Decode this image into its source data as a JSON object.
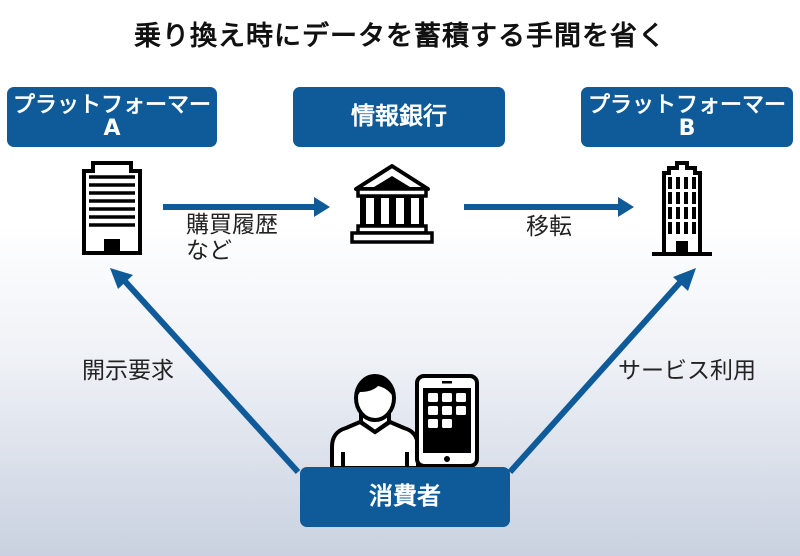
{
  "title": "乗り換え時にデータを蓄積する手間を省く",
  "nodes": {
    "platformer_a": {
      "line1": "プラットフォーマー",
      "line2": "A",
      "icon": "office-building-icon"
    },
    "info_bank": {
      "label": "情報銀行",
      "icon": "bank-icon"
    },
    "platformer_b": {
      "line1": "プラットフォーマー",
      "line2": "B",
      "icon": "tower-building-icon"
    },
    "consumer": {
      "label": "消費者",
      "icons": [
        "person-icon",
        "tablet-icon"
      ]
    }
  },
  "edges": {
    "a_to_bank": {
      "label_line1": "購買履歴",
      "label_line2": "など"
    },
    "bank_to_b": {
      "label": "移転"
    },
    "consumer_to_a": {
      "label": "開示要求"
    },
    "consumer_to_b": {
      "label": "サービス利用"
    }
  },
  "colors": {
    "accent": "#0f5a98",
    "text": "#222222"
  }
}
